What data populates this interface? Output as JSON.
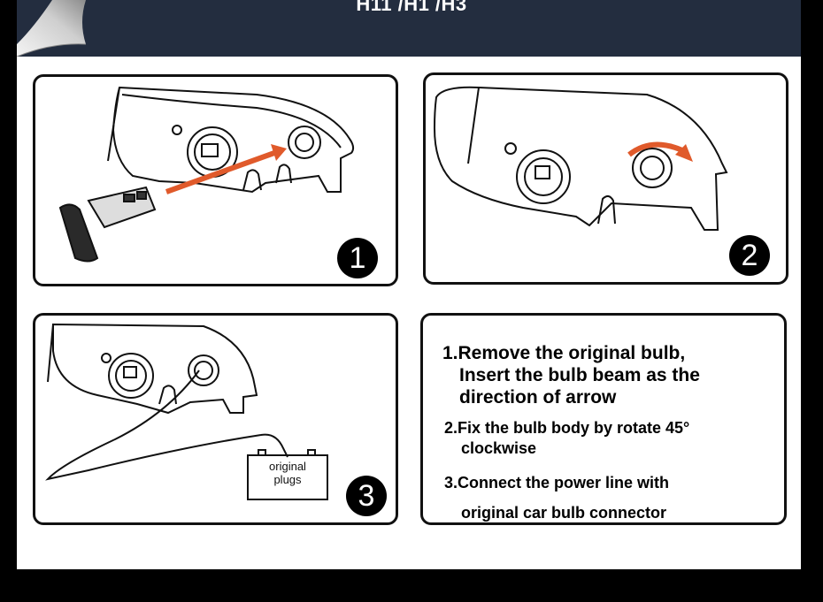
{
  "header": {
    "title": "H11 /H1 /H3"
  },
  "steps": [
    {
      "badge": "1"
    },
    {
      "badge": "2"
    },
    {
      "badge": "3",
      "plug_label_line1": "original",
      "plug_label_line2": "plugs"
    }
  ],
  "instructions": {
    "step1_line1": "1.Remove the original bulb,",
    "step1_line2": "Insert the bulb beam as the",
    "step1_line3": "direction of arrow",
    "step2_line1": "2.Fix the bulb body by rotate 45°",
    "step2_line2": "clockwise",
    "step3_line1": "3.Connect the power line with",
    "step3_line2": "original car bulb connector"
  },
  "colors": {
    "header_bg": "#232d3f",
    "arrow": "#e05a2b",
    "frame": "#111111"
  }
}
